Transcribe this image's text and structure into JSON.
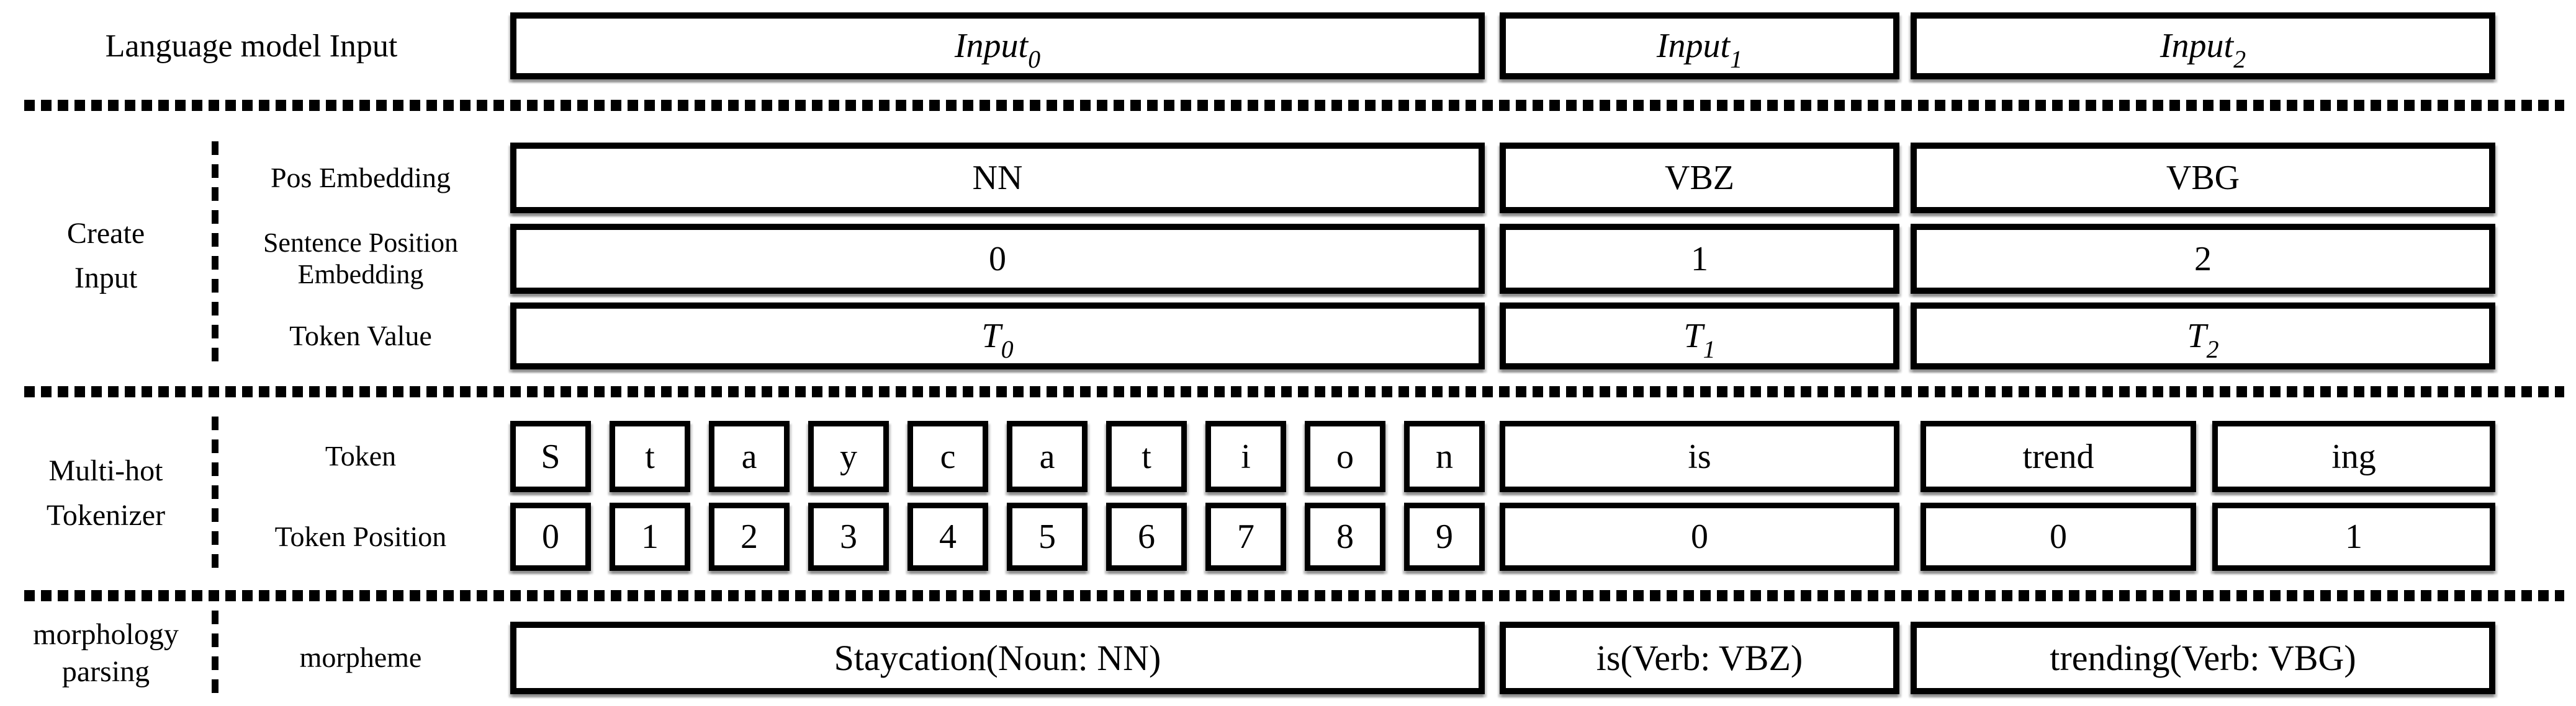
{
  "header": {
    "label": "Language model Input",
    "inputs": [
      {
        "base": "Input",
        "sub": "0"
      },
      {
        "base": "Input",
        "sub": "1"
      },
      {
        "base": "Input",
        "sub": "2"
      }
    ]
  },
  "create_input": {
    "label_line1": "Create",
    "label_line2": "Input",
    "pos_row": {
      "label": "Pos Embedding",
      "values": [
        "NN",
        "VBZ",
        "VBG"
      ]
    },
    "sentence_row": {
      "label_line1": "Sentence Position",
      "label_line2": "Embedding",
      "values": [
        "0",
        "1",
        "2"
      ]
    },
    "token_value_row": {
      "label": "Token Value",
      "values": [
        {
          "base": "T",
          "sub": "0"
        },
        {
          "base": "T",
          "sub": "1"
        },
        {
          "base": "T",
          "sub": "2"
        }
      ]
    }
  },
  "tokenizer": {
    "label_line1": "Multi-hot",
    "label_line2": "Tokenizer",
    "token_row": {
      "label": "Token",
      "letters": [
        "S",
        "t",
        "a",
        "y",
        "c",
        "a",
        "t",
        "i",
        "o",
        "n"
      ],
      "words": [
        "is",
        "trend",
        "ing"
      ]
    },
    "position_row": {
      "label": "Token Position",
      "letter_positions": [
        "0",
        "1",
        "2",
        "3",
        "4",
        "5",
        "6",
        "7",
        "8",
        "9"
      ],
      "word_positions": [
        "0",
        "0",
        "1"
      ]
    }
  },
  "morphology": {
    "label_line1": "morphology",
    "label_line2": "parsing",
    "row_label": "morpheme",
    "values": [
      "Staycation(Noun: NN)",
      "is(Verb: VBZ)",
      "trending(Verb: VBG)"
    ]
  }
}
